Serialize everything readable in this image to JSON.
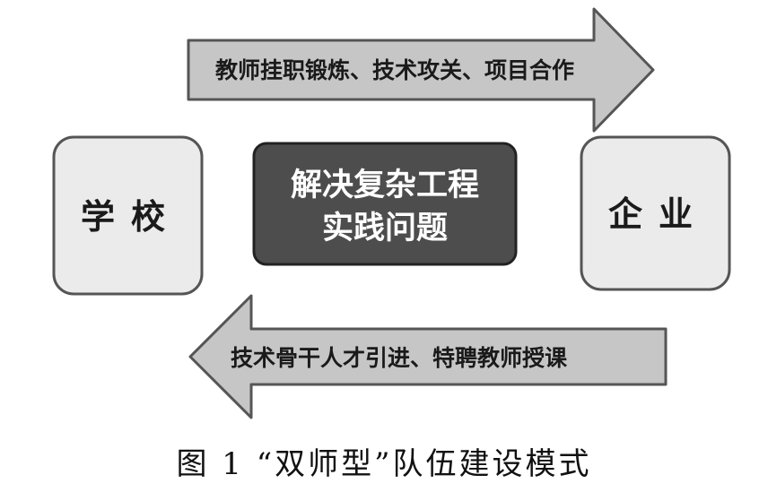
{
  "arrows": {
    "top": "教师挂职锻炼、技术攻关、项目合作",
    "bottom": "技术骨干人才引进、特聘教师授课"
  },
  "nodes": {
    "school": "学校",
    "enterprise": "企业",
    "center_line1": "解决复杂工程",
    "center_line2": "实践问题"
  },
  "caption": "图 1 “双师型”队伍建设模式",
  "colors": {
    "arrow_fill": "#c6c6c6",
    "box_fill": "#ebebeb",
    "center_fill": "#4d4d4d",
    "stroke": "#555555"
  }
}
